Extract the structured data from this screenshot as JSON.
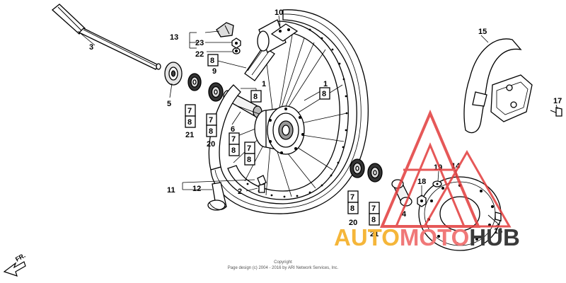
{
  "labels": {
    "l1a": "1",
    "l1b": "1",
    "l2": "2",
    "l3": "3",
    "l4": "4",
    "l5": "5",
    "l6": "6",
    "l10": "10",
    "l11": "11",
    "l12": "12",
    "l13": "13",
    "l14": "14",
    "l15": "15",
    "l16": "16",
    "l17": "17",
    "l18": "18",
    "l19": "19",
    "l20a": "20",
    "l20b": "20",
    "l21a": "21",
    "l21b": "21",
    "l22": "22",
    "l23": "23",
    "l9": "9"
  },
  "boxes": {
    "b8_top": "8",
    "b8_hub_left": "8",
    "b8_hub_right": "8",
    "b7_l1": "7",
    "b8_l1": "8",
    "b7_l2": "7",
    "b8_l2": "8",
    "b7_l3": "7",
    "b8_l3": "8",
    "b7_l4": "7",
    "b8_l4": "8",
    "b7_r1": "7",
    "b8_r1": "8",
    "b7_r2": "7",
    "b8_r2": "8"
  },
  "direction": {
    "text": "FR."
  },
  "copyright": {
    "line1": "Copyright",
    "line2": "Page design (c) 2004 - 2016 by ARI Network Services, Inc."
  },
  "watermark": {
    "auto": "AUTO",
    "moto": "MOTO",
    "hub": "HUB",
    "colors": {
      "triangle": "#e23b3b",
      "auto": "#f5b63a",
      "moto": "#f07878",
      "hub": "#3a3a3a"
    }
  }
}
